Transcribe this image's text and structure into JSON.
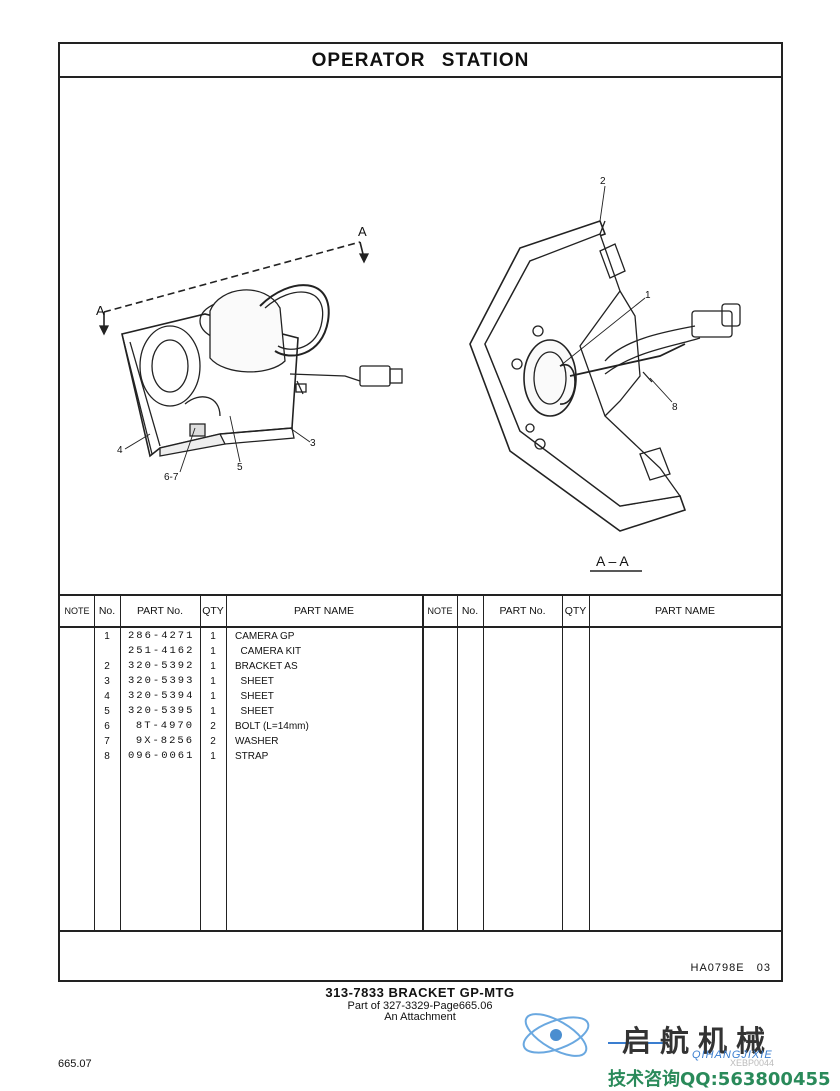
{
  "header": {
    "title": "OPERATOR   STATION"
  },
  "illustration": {
    "callouts": [
      "1",
      "2",
      "3",
      "4",
      "5",
      "6-7",
      "8"
    ],
    "section_marker": "A",
    "section_label": "A – A"
  },
  "table": {
    "headers": {
      "note": "NOTE",
      "no": "No.",
      "part_no": "PART No.",
      "qty": "QTY",
      "part_name": "PART NAME"
    },
    "rows": [
      {
        "no": "1",
        "part_no": "286-4271",
        "qty": "1",
        "part_name": "CAMERA GP"
      },
      {
        "no": "",
        "part_no": "251-4162",
        "qty": "1",
        "part_name": "  CAMERA KIT"
      },
      {
        "no": "2",
        "part_no": "320-5392",
        "qty": "1",
        "part_name": "BRACKET AS"
      },
      {
        "no": "3",
        "part_no": "320-5393",
        "qty": "1",
        "part_name": "  SHEET"
      },
      {
        "no": "4",
        "part_no": "320-5394",
        "qty": "1",
        "part_name": "  SHEET"
      },
      {
        "no": "5",
        "part_no": "320-5395",
        "qty": "1",
        "part_name": "  SHEET"
      },
      {
        "no": "6",
        "part_no": "8T-4970",
        "qty": "2",
        "part_name": "BOLT (L=14mm)"
      },
      {
        "no": "7",
        "part_no": "9X-8256",
        "qty": "2",
        "part_name": "WASHER"
      },
      {
        "no": "8",
        "part_no": "096-0061",
        "qty": "1",
        "part_name": "STRAP"
      }
    ]
  },
  "footer": {
    "code": "HA0798E   03"
  },
  "caption": {
    "line1": "313-7833  BRACKET GP-MTG",
    "line2": "Part of 327-3329-Page665.06",
    "line3": "An Attachment"
  },
  "page_number": "665.07",
  "watermark": {
    "chinese": "启航机械",
    "pinyin": "QIHANGJIXIE",
    "code": "XEBP0044",
    "contact": "技术咨询QQ:563800455"
  }
}
